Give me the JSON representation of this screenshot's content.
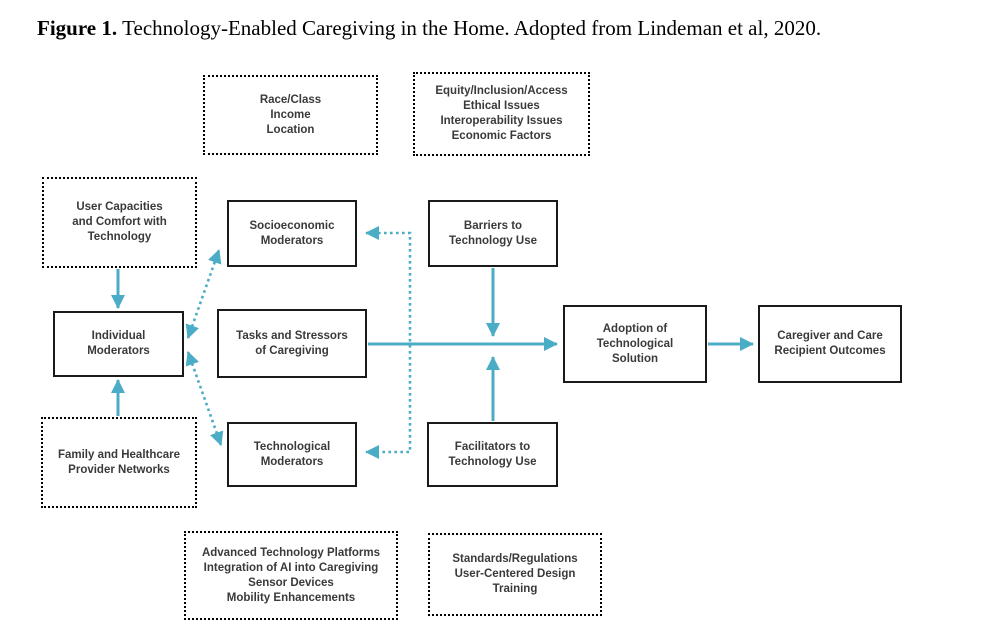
{
  "title": {
    "label": "Figure 1.",
    "text": "Technology-Enabled Caregiving in the Home. Adopted from Lindeman et al, 2020."
  },
  "colors": {
    "accent": "#4BACC6",
    "box_border": "#1a1a1a",
    "box_text": "#3a3a3a"
  },
  "boxes": {
    "race": {
      "text": "Race/Class\nIncome\nLocation",
      "style": "dotted"
    },
    "equity": {
      "text": "Equity/Inclusion/Access\nEthical Issues\nInteroperability Issues\nEconomic Factors",
      "style": "dotted"
    },
    "user": {
      "text": "User Capacities\nand Comfort with\nTechnology",
      "style": "dotted"
    },
    "individual": {
      "text": "Individual\nModerators",
      "style": "solid"
    },
    "family": {
      "text": "Family and Healthcare\nProvider Networks",
      "style": "dotted"
    },
    "socio": {
      "text": "Socioeconomic\nModerators",
      "style": "solid"
    },
    "tasks": {
      "text": "Tasks and Stressors\nof Caregiving",
      "style": "solid"
    },
    "tech": {
      "text": "Technological\nModerators",
      "style": "solid"
    },
    "barriers": {
      "text": "Barriers to\nTechnology Use",
      "style": "solid"
    },
    "facilitators": {
      "text": "Facilitators to\nTechnology Use",
      "style": "solid"
    },
    "adoption": {
      "text": "Adoption of\nTechnological\nSolution",
      "style": "solid"
    },
    "outcomes": {
      "text": "Caregiver and Care\nRecipient Outcomes",
      "style": "solid"
    },
    "advanced": {
      "text": "Advanced Technology Platforms\nIntegration of AI into Caregiving\nSensor Devices\nMobility Enhancements",
      "style": "dotted"
    },
    "standards": {
      "text": "Standards/Regulations\nUser-Centered Design\nTraining",
      "style": "dotted"
    }
  },
  "arrows": {
    "user_to_individual": "solid down arrow",
    "family_to_individual": "solid up arrow",
    "tasks_to_adoption": "solid right arrow",
    "barriers_down": "solid down arrow",
    "facilitators_up": "solid up arrow",
    "adoption_to_outcomes": "solid right arrow",
    "individual_socio": "dotted double-headed diagonal",
    "individual_tech": "dotted double-headed diagonal",
    "bracket_socio_tech": "dotted bracket with two left arrowheads"
  }
}
